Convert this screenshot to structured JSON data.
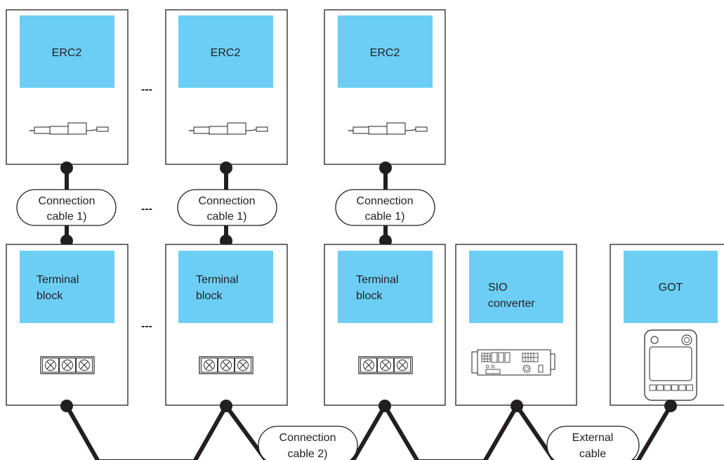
{
  "colors": {
    "panel": "#6ccef5",
    "stroke": "#231f20",
    "background": "#ffffff"
  },
  "actuators": [
    {
      "label": "ERC2",
      "icon": "actuator-icon"
    },
    {
      "label": "ERC2",
      "icon": "actuator-icon"
    },
    {
      "label": "ERC2",
      "icon": "actuator-icon"
    }
  ],
  "terminal_blocks": [
    {
      "line1": "Terminal",
      "line2": "block",
      "icon": "terminal-strip-icon"
    },
    {
      "line1": "Terminal",
      "line2": "block",
      "icon": "terminal-strip-icon"
    },
    {
      "line1": "Terminal",
      "line2": "block",
      "icon": "terminal-strip-icon"
    }
  ],
  "sio_converter": {
    "line1": "SIO",
    "line2": "converter",
    "icon": "sio-converter-icon"
  },
  "got": {
    "label": "GOT",
    "icon": "handy-got-icon"
  },
  "connection_cable_1": [
    {
      "line1": "Connection",
      "line2": "cable 1)"
    },
    {
      "line1": "Connection",
      "line2": "cable 1)"
    },
    {
      "line1": "Connection",
      "line2": "cable 1)"
    }
  ],
  "connection_cable_2": {
    "line1": "Connection",
    "line2": "cable 2)"
  },
  "external_cable": {
    "line1": "External",
    "line2": "cable"
  },
  "ellipsis": "---"
}
